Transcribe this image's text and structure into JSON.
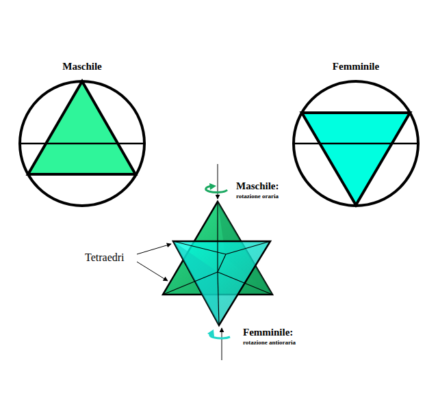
{
  "diagram": {
    "nodes": [
      {
        "text": [
          "Maschile"
        ]
      },
      {
        "text": [
          "Femminile"
        ]
      }
    ],
    "labels": [
      "Maschile:",
      "rotazione oraria",
      "Tetraedri",
      "Femminile:",
      "rotazione antioraria"
    ]
  }
}
